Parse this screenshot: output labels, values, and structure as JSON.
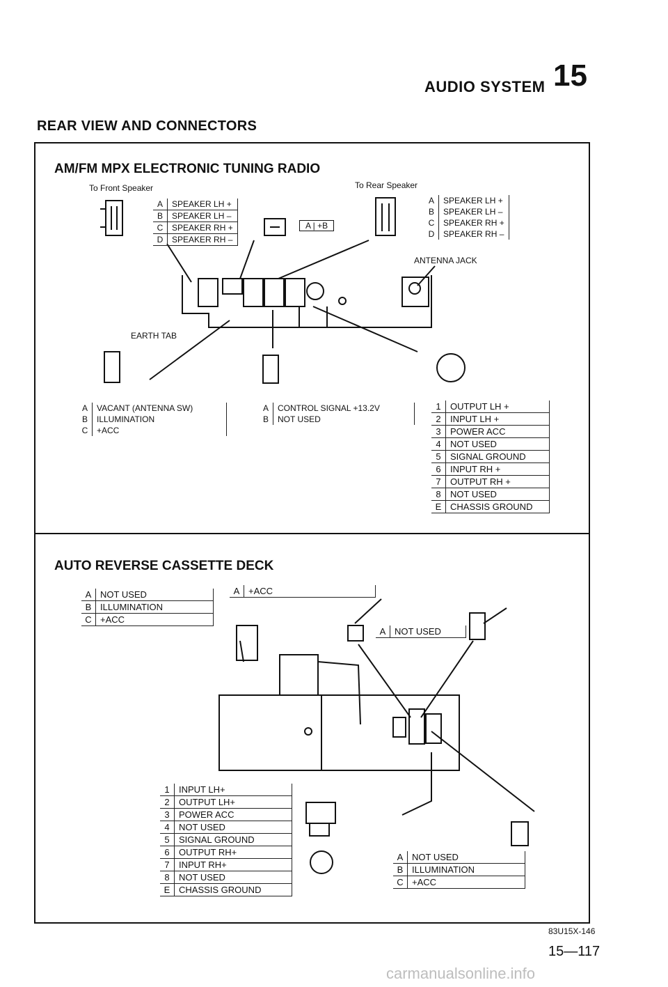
{
  "header": {
    "title": "AUDIO SYSTEM",
    "chapter": "15",
    "section": "REAR VIEW AND CONNECTORS"
  },
  "radio": {
    "title": "AM/FM MPX ELECTRONIC TUNING RADIO",
    "front_label": "To Front Speaker",
    "rear_label": "To Rear Speaker",
    "front_table": [
      {
        "k": "A",
        "v": "SPEAKER LH +"
      },
      {
        "k": "B",
        "v": "SPEAKER LH –"
      },
      {
        "k": "C",
        "v": "SPEAKER RH +"
      },
      {
        "k": "D",
        "v": "SPEAKER RH –"
      }
    ],
    "rear_table": [
      {
        "k": "A",
        "v": "SPEAKER LH +"
      },
      {
        "k": "B",
        "v": "SPEAKER LH –"
      },
      {
        "k": "C",
        "v": "SPEAKER RH +"
      },
      {
        "k": "D",
        "v": "SPEAKER RH –"
      }
    ],
    "earth_box": "A | +B",
    "earth_tab": "EARTH TAB",
    "antenna_jack": "ANTENNA JACK",
    "abc_table": [
      {
        "k": "A",
        "v": "VACANT (ANTENNA SW)"
      },
      {
        "k": "B",
        "v": "ILLUMINATION"
      },
      {
        "k": "C",
        "v": "+ACC"
      }
    ],
    "ab_table": [
      {
        "k": "A",
        "v": "CONTROL SIGNAL +13.2V"
      },
      {
        "k": "B",
        "v": "NOT USED"
      }
    ],
    "din_table": [
      {
        "k": "1",
        "v": "OUTPUT LH +"
      },
      {
        "k": "2",
        "v": "INPUT LH +"
      },
      {
        "k": "3",
        "v": "POWER ACC"
      },
      {
        "k": "4",
        "v": "NOT USED"
      },
      {
        "k": "5",
        "v": "SIGNAL GROUND"
      },
      {
        "k": "6",
        "v": "INPUT RH +"
      },
      {
        "k": "7",
        "v": "OUTPUT RH +"
      },
      {
        "k": "8",
        "v": "NOT USED"
      },
      {
        "k": "E",
        "v": "CHASSIS GROUND"
      }
    ]
  },
  "cassette": {
    "title": "AUTO REVERSE CASSETTE DECK",
    "abc_table": [
      {
        "k": "A",
        "v": "NOT USED"
      },
      {
        "k": "B",
        "v": "ILLUMINATION"
      },
      {
        "k": "C",
        "v": "+ACC"
      }
    ],
    "acc_box": {
      "k": "A",
      "v": "+ACC"
    },
    "notused_box": {
      "k": "A",
      "v": "NOT USED"
    },
    "din_table": [
      {
        "k": "1",
        "v": "INPUT LH+"
      },
      {
        "k": "2",
        "v": "OUTPUT LH+"
      },
      {
        "k": "3",
        "v": "POWER ACC"
      },
      {
        "k": "4",
        "v": "NOT USED"
      },
      {
        "k": "5",
        "v": "SIGNAL GROUND"
      },
      {
        "k": "6",
        "v": "OUTPUT RH+"
      },
      {
        "k": "7",
        "v": "INPUT RH+"
      },
      {
        "k": "8",
        "v": "NOT USED"
      },
      {
        "k": "E",
        "v": "CHASSIS GROUND"
      }
    ],
    "right_table": [
      {
        "k": "A",
        "v": "NOT USED"
      },
      {
        "k": "B",
        "v": "ILLUMINATION"
      },
      {
        "k": "C",
        "v": "+ACC"
      }
    ]
  },
  "footer": {
    "code": "83U15X-146",
    "page": "15—117",
    "watermark": "carmanualsonline.info"
  }
}
